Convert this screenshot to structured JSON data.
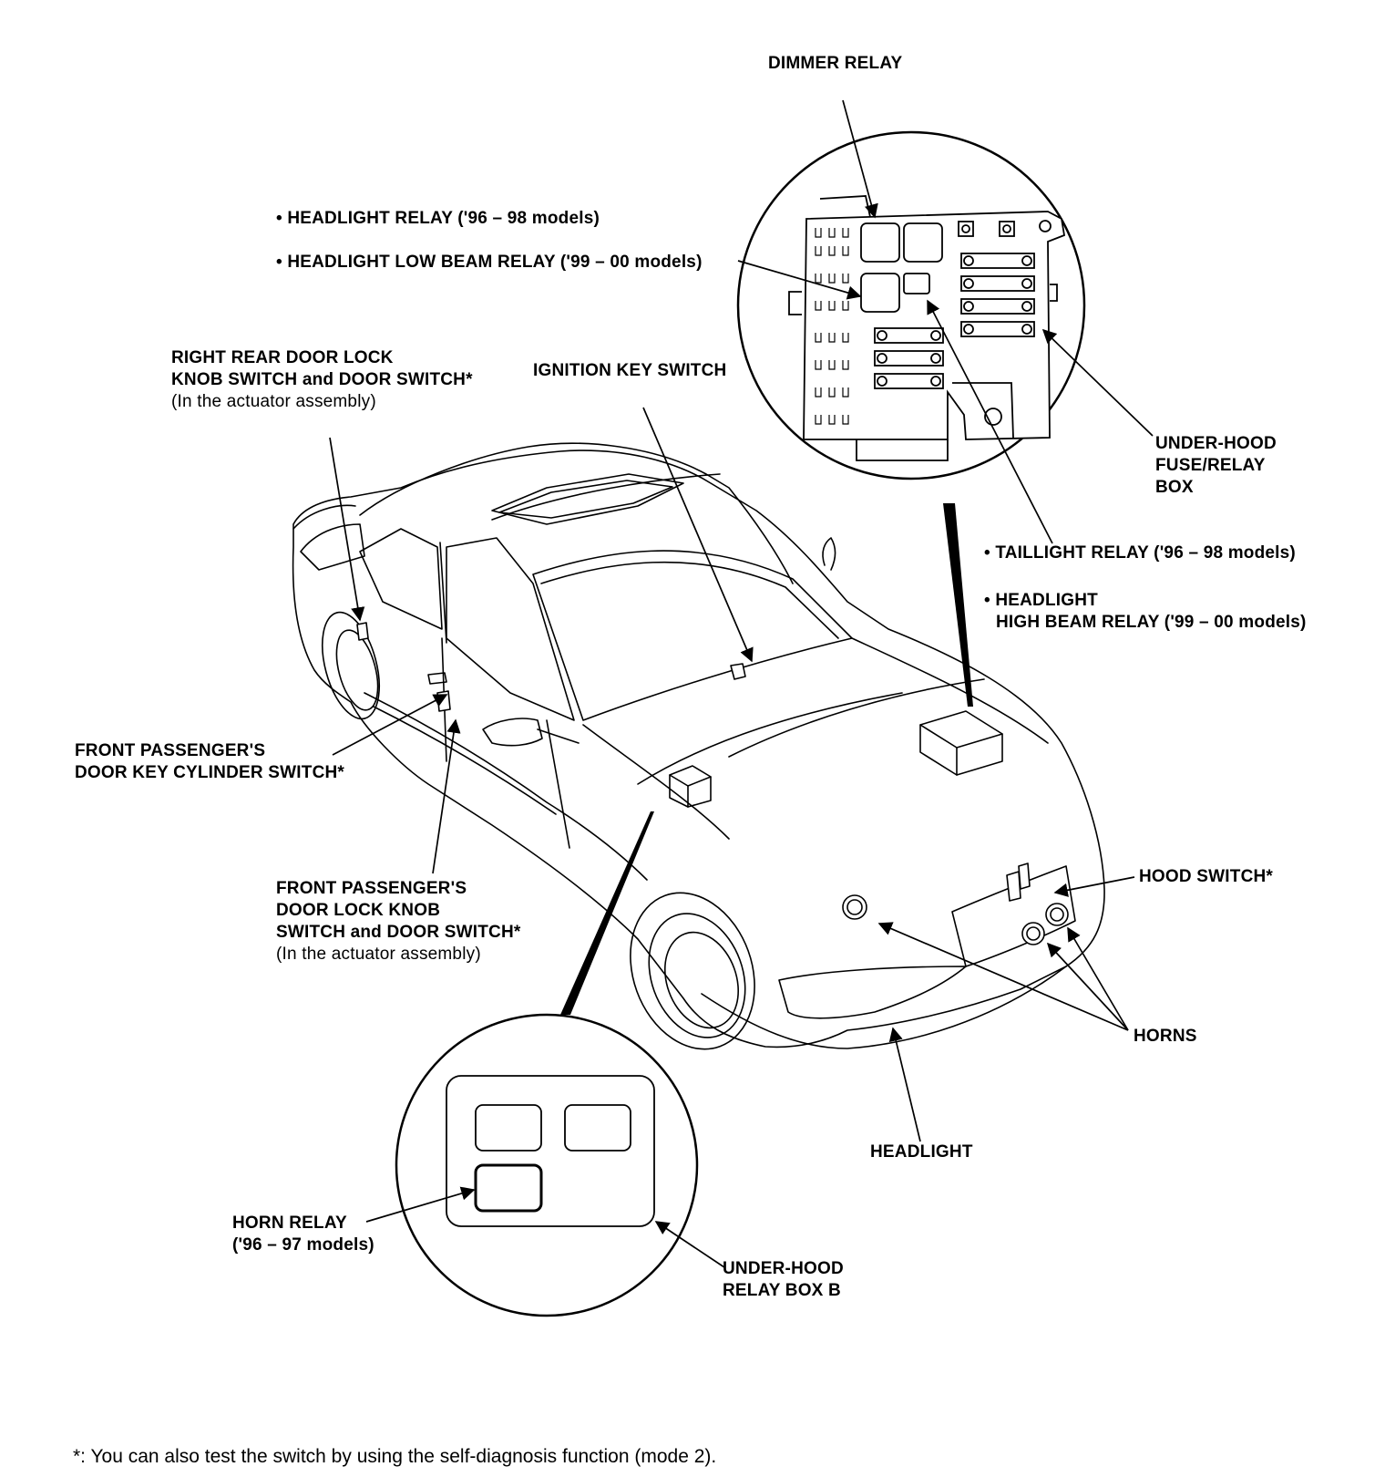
{
  "labels": {
    "dimmer_relay": "DIMMER RELAY",
    "headlight_relay": "• HEADLIGHT RELAY ('96 – 98 models)",
    "headlight_low_beam_relay": "• HEADLIGHT LOW BEAM RELAY ('99 – 00 models)",
    "right_rear_door": [
      "RIGHT REAR DOOR LOCK",
      "KNOB SWITCH and DOOR SWITCH*",
      "(In the actuator assembly)"
    ],
    "ignition_key_switch": "IGNITION KEY SWITCH",
    "under_hood_fuse_relay_box": [
      "UNDER-HOOD",
      "FUSE/RELAY",
      "BOX"
    ],
    "taillight_relay": "• TAILLIGHT RELAY ('96 – 98 models)",
    "headlight_high_beam_relay": [
      "• HEADLIGHT",
      "HIGH BEAM RELAY ('99 – 00 models)"
    ],
    "front_passenger_key_cylinder": [
      "FRONT PASSENGER'S",
      "DOOR KEY CYLINDER SWITCH*"
    ],
    "front_passenger_door_lock": [
      "FRONT PASSENGER'S",
      "DOOR LOCK KNOB",
      "SWITCH and DOOR SWITCH*",
      "(In the actuator assembly)"
    ],
    "hood_switch": "HOOD SWITCH*",
    "horns": "HORNS",
    "headlight": "HEADLIGHT",
    "horn_relay": [
      "HORN RELAY",
      "('96 – 97 models)"
    ],
    "under_hood_relay_box_b": [
      "UNDER-HOOD",
      "RELAY BOX B"
    ]
  },
  "footnote": "*: You can also test the switch by using the self-diagnosis function (mode 2)."
}
